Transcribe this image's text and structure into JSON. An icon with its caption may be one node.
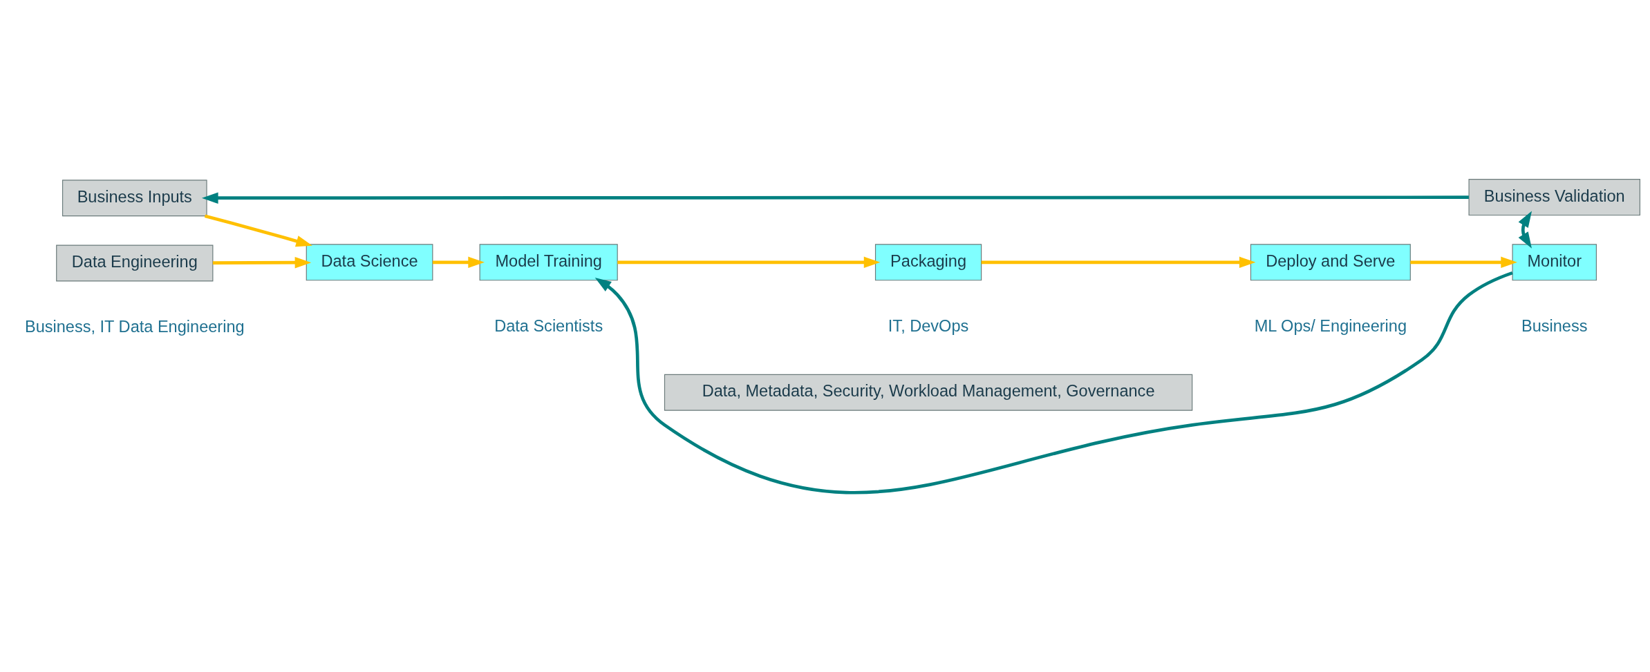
{
  "diagram": {
    "nodes": [
      {
        "text": [
          "Business Validation"
        ]
      },
      {
        "text": [
          "Business Inputs"
        ]
      },
      {
        "text": [
          "Data Engineering"
        ]
      },
      {
        "text": [
          "Data Science"
        ]
      },
      {
        "text": [
          "Model Training"
        ]
      },
      {
        "text": [
          "Packaging"
        ]
      },
      {
        "text": [
          "Deploy and Serve"
        ]
      },
      {
        "text": [
          "Monitor"
        ]
      },
      {
        "text": [
          "Data, Metadata, Security, Workload Management, Governance"
        ]
      }
    ],
    "edges": [
      {
        "from": 0,
        "to": 1,
        "arrow": "to",
        "color": "#008080"
      },
      {
        "from": 1,
        "to": 3,
        "arrow": "to"
      },
      {
        "from": 2,
        "to": 3,
        "arrow": "to"
      },
      {
        "from": 3,
        "to": 4,
        "arrow": "to"
      },
      {
        "from": 4,
        "to": 5,
        "arrow": "to"
      },
      {
        "from": 5,
        "to": 6,
        "arrow": "to"
      },
      {
        "from": 6,
        "to": 7,
        "arrow": "to"
      },
      {
        "from": 0,
        "to": 7,
        "arrow": "both",
        "color": "#008080"
      },
      {
        "from": 7,
        "to": 4,
        "arrow": "to",
        "color": "#008080"
      }
    ],
    "labels": [
      "Business, IT Data Engineering",
      "Data Scientists",
      "IT, DevOps",
      "ML Ops/ Engineering",
      "Business"
    ]
  }
}
